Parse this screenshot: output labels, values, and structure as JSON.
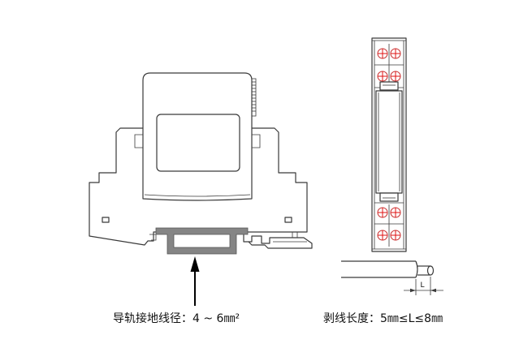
{
  "captions": {
    "rail_ground_wire": "导轨接地线径：4 ~ 6㎜²",
    "strip_length": "剥线长度：5㎜≤L≤8㎜"
  },
  "dimension_label": "L",
  "colors": {
    "outline": "#3a3a3a",
    "din_rail": "#858585",
    "terminal_cross": "#e01010",
    "arrow": "#000000"
  }
}
